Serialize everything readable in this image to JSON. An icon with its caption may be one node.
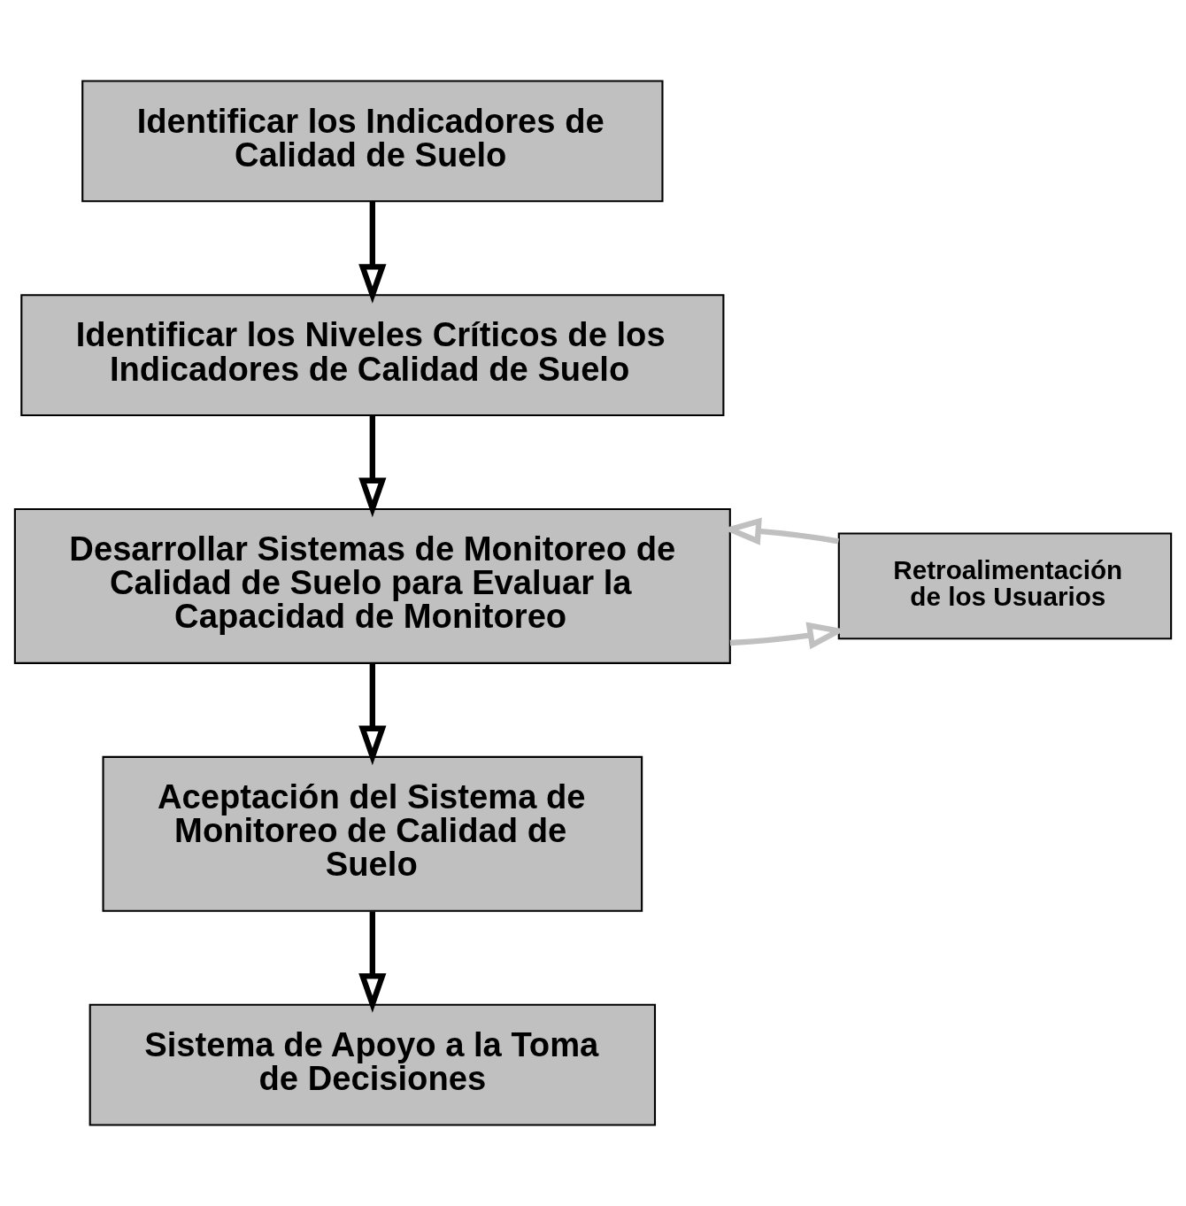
{
  "diagram": {
    "nodes": [
      {
        "text": [
          "Identificar los Indicadores de Calidad de Suelo"
        ]
      },
      {
        "text": [
          "Identificar los Niveles Críticos de los Indicadores de Calidad de Suelo"
        ]
      },
      {
        "text": [
          "Desarrollar Sistemas de Monitoreo de Calidad de Suelo para Evaluar la Capacidad de Monitoreo"
        ]
      },
      {
        "text": [
          "Aceptación del Sistema de Monitoreo de Calidad de Suelo"
        ]
      },
      {
        "text": [
          "Sistema de Apoyo a la Toma de Decisiones"
        ]
      },
      {
        "text": [
          "Retroalimentación de los Usuarios"
        ]
      }
    ],
    "edges": [
      {
        "from": 0,
        "to": 1,
        "arrow": "to"
      },
      {
        "from": 1,
        "to": 2,
        "arrow": "to"
      },
      {
        "from": 2,
        "to": 5,
        "arrow": "to",
        "color": "#c0c0c0"
      },
      {
        "from": 5,
        "to": 2,
        "arrow": "to",
        "color": "#c0c0c0"
      },
      {
        "from": 2,
        "to": 3,
        "arrow": "to"
      },
      {
        "from": 3,
        "to": 4,
        "arrow": "to"
      }
    ]
  }
}
